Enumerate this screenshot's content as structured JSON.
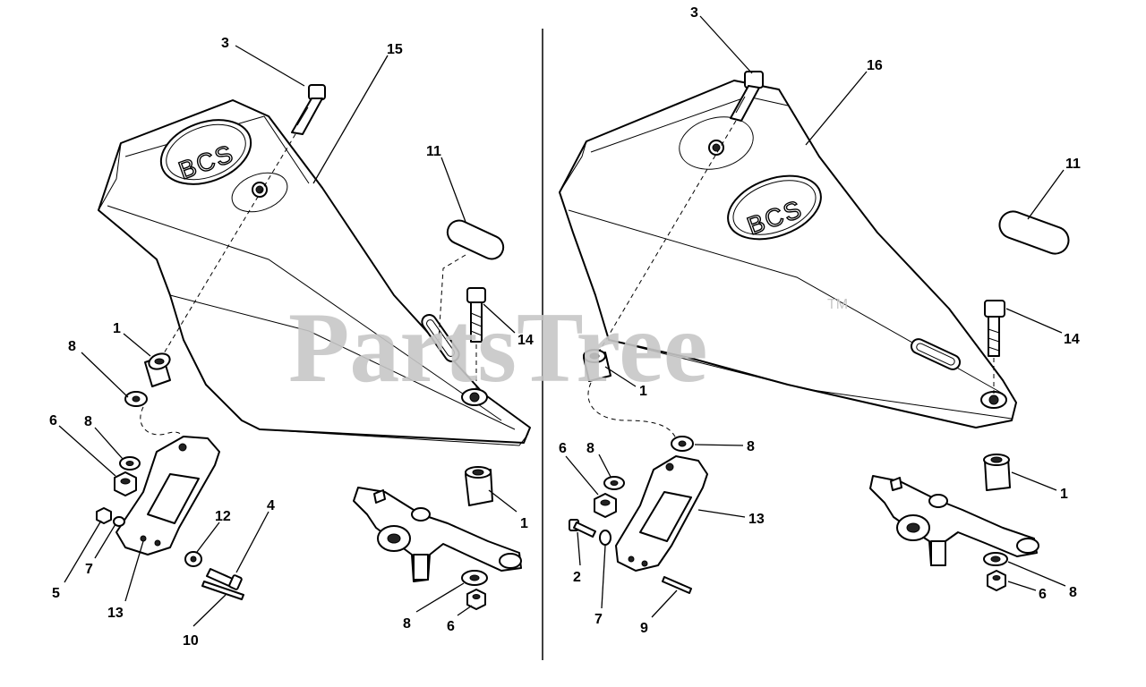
{
  "watermark": {
    "text": "PartsTree",
    "tm": "TM"
  },
  "logo": {
    "left": "BCS",
    "right": "BCS"
  },
  "left_callouts": {
    "c3": "3",
    "c15": "15",
    "c11": "11",
    "c14": "14",
    "c1a": "1",
    "c8a": "8",
    "c6a": "6",
    "c8b": "8",
    "c12": "12",
    "c4": "4",
    "c5": "5",
    "c7": "7",
    "c13": "13",
    "c10": "10",
    "c1b": "1",
    "c8c": "8",
    "c6b": "6"
  },
  "right_callouts": {
    "c3": "3",
    "c16": "16",
    "c11": "11",
    "c14": "14",
    "c1a": "1",
    "c8a": "8",
    "c6a": "6",
    "c8b": "8",
    "c13": "13",
    "c2": "2",
    "c7": "7",
    "c9": "9",
    "c1b": "1",
    "c8c": "8",
    "c6b": "6"
  }
}
